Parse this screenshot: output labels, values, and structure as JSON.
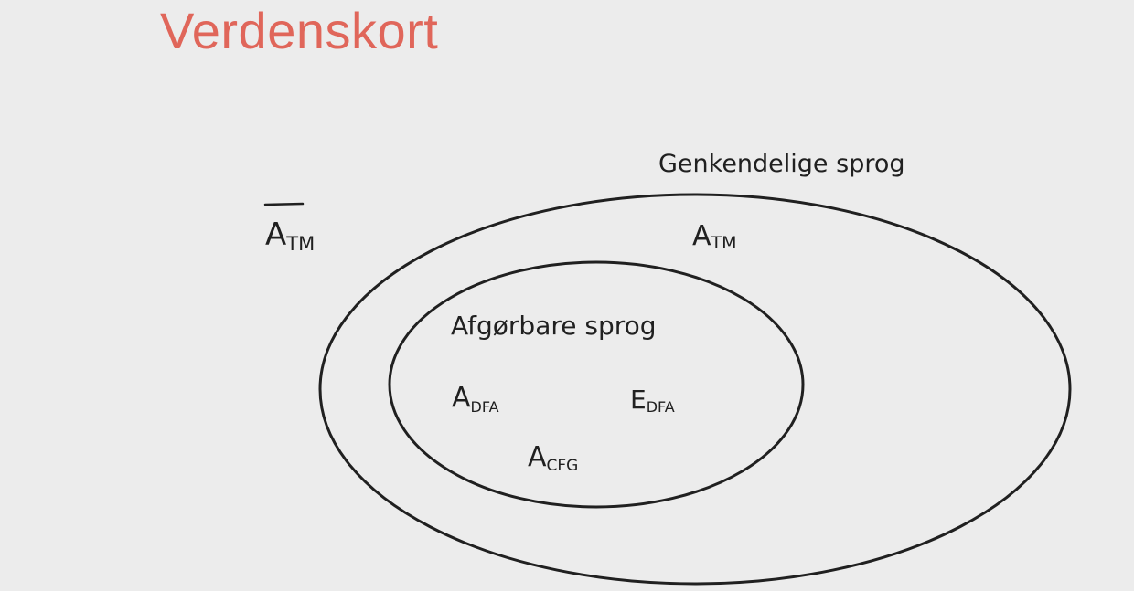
{
  "slide": {
    "title": "Verdenskort",
    "title_color": "#e0665a"
  },
  "diagram": {
    "ink_color": "#202020",
    "outer_set": {
      "label": "Genkendelige sprog",
      "members": [
        {
          "base": "A",
          "sub": "TM"
        }
      ]
    },
    "inner_set": {
      "label": "Afgørbare sprog",
      "members": [
        {
          "base": "A",
          "sub": "DFA"
        },
        {
          "base": "E",
          "sub": "DFA"
        },
        {
          "base": "A",
          "sub": "CFG"
        }
      ]
    },
    "outside": [
      {
        "base": "A",
        "sub": "TM",
        "overline": true
      }
    ]
  }
}
